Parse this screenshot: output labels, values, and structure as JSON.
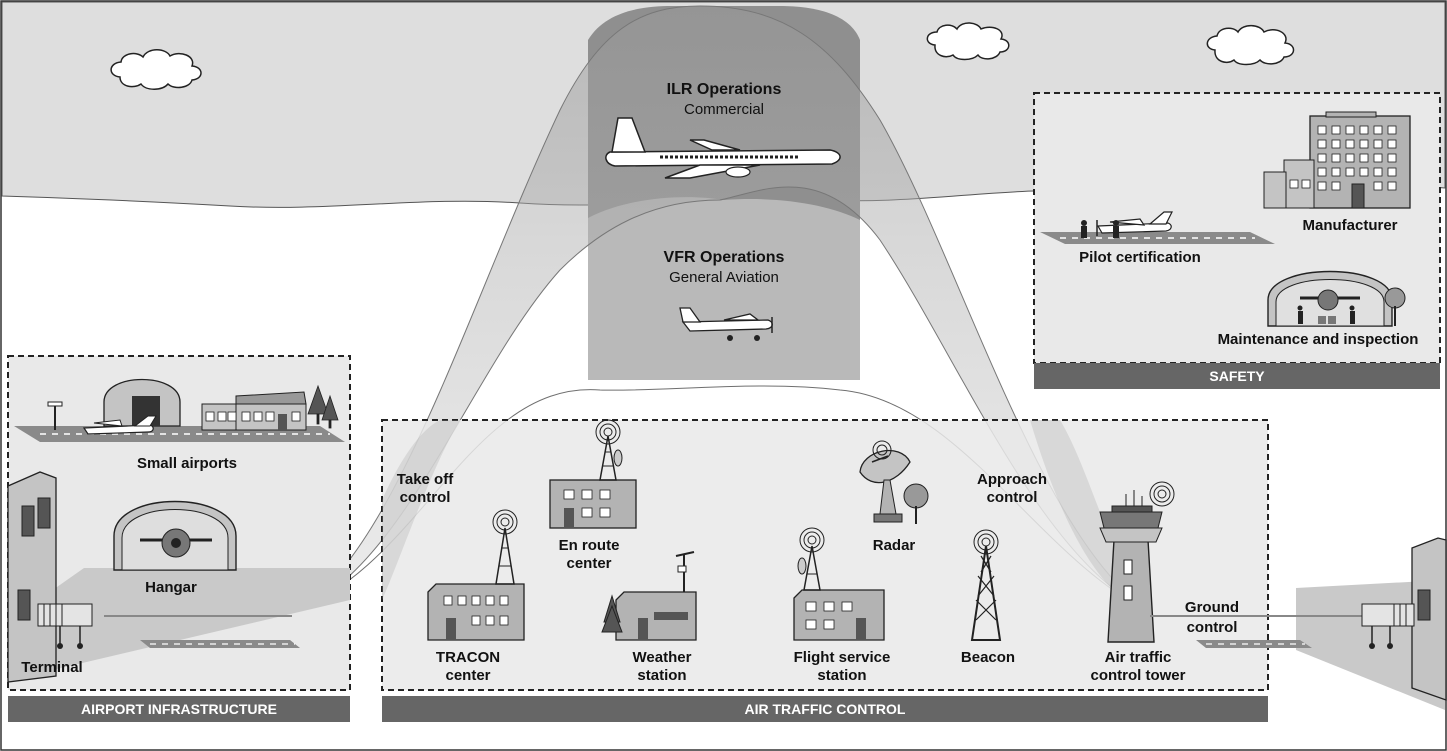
{
  "operations": {
    "ilr": {
      "title": "ILR Operations",
      "subtitle": "Commercial"
    },
    "vfr": {
      "title": "VFR Operations",
      "subtitle": "General Aviation"
    }
  },
  "safety": {
    "bar_label": "SAFETY",
    "items": {
      "manufacturer": "Manufacturer",
      "pilot_certification": "Pilot certification",
      "maintenance": "Maintenance and inspection"
    }
  },
  "airport_infrastructure": {
    "bar_label": "AIRPORT INFRASTRUCTURE",
    "items": {
      "small_airports": "Small airports",
      "hangar": "Hangar",
      "terminal": "Terminal"
    }
  },
  "air_traffic_control": {
    "bar_label": "AIR TRAFFIC CONTROL",
    "items": {
      "take_off_1": "Take off",
      "take_off_2": "control",
      "en_route_1": "En route",
      "en_route_2": "center",
      "tracon_1": "TRACON",
      "tracon_2": "center",
      "weather_1": "Weather",
      "weather_2": "station",
      "flight_service_1": "Flight service",
      "flight_service_2": "station",
      "radar": "Radar",
      "beacon": "Beacon",
      "approach_1": "Approach",
      "approach_2": "control",
      "tower_1": "Air traffic",
      "tower_2": "control tower",
      "ground_1": "Ground",
      "ground_2": "control"
    }
  },
  "colors": {
    "sky": "#dedede",
    "ilr_band": "#8f8f8f",
    "vfr_band": "#b9b9b9",
    "panel": "#e9e9e9",
    "bar": "#666666",
    "building": "#b3b3b3",
    "runway": "#8a8a8a"
  }
}
